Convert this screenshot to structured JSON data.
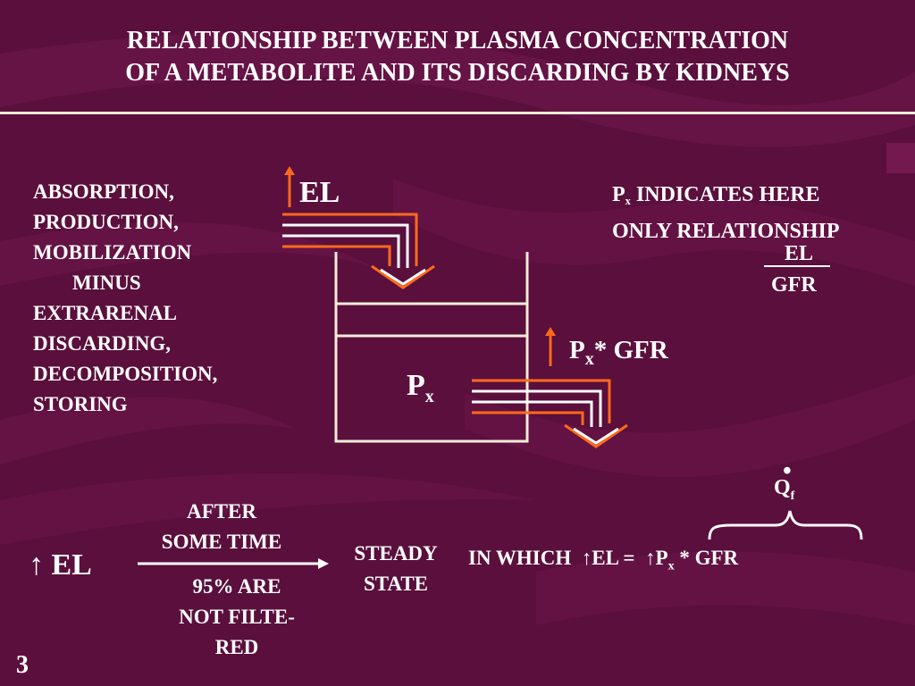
{
  "title": {
    "line1": "RELATIONSHIP BETWEEN PLASMA CONCENTRATION",
    "line2": "OF A METABOLITE AND ITS DISCARDING BY KIDNEYS"
  },
  "left_list": {
    "items": [
      "ABSORPTION,",
      "PRODUCTION,",
      "MOBILIZATION",
      "MINUS",
      "EXTRARENAL",
      "DISCARDING,",
      "DECOMPOSITION,",
      "STORING"
    ]
  },
  "diagram": {
    "inflow_label": "EL",
    "tank_label": "P",
    "tank_label_sub": "x",
    "outflow_label": "P",
    "outflow_label_sub": "x",
    "outflow_label_rest": "* GFR"
  },
  "note": {
    "line1_main": "P",
    "line1_sub": "x",
    "line1_rest": " INDICATES HERE",
    "line2": "ONLY RELATIONSHIP",
    "fraction_numerator": "EL",
    "fraction_denominator": "GFR"
  },
  "bottom": {
    "left_label": "EL",
    "arrow_top_line1": "AFTER",
    "arrow_top_line2": "SOME TIME",
    "arrow_bottom_line1": "95% ARE",
    "arrow_bottom_line2": "NOT FILTE-",
    "arrow_bottom_line3": "RED",
    "steady_line1": "STEADY",
    "steady_line2": "STATE",
    "in_which": "IN  WHICH",
    "eq_left": "EL",
    "eq_sign": "=",
    "eq_right_main": "P",
    "eq_right_sub": "x",
    "eq_right_rest": " * GFR",
    "brace_label_main": "Q",
    "brace_label_sub": "f",
    "brace_label_dot": "•"
  },
  "page_number": "3",
  "colors": {
    "background": "#5a0f3c",
    "text": "#ffffff",
    "arrow_orange": "#ff6a1a",
    "rule": "#f2ecd8"
  }
}
